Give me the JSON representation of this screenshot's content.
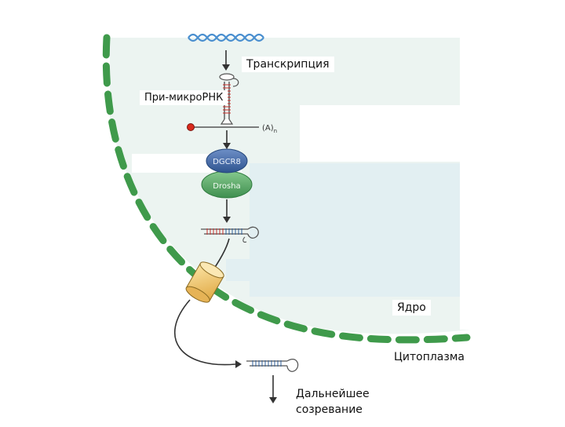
{
  "labels": {
    "transcription": "Транскрипция",
    "pri_mirna": "При-микроРНК",
    "poly_a": "(A)",
    "poly_a_sub": "n",
    "dgcr8": "DGCR8",
    "drosha": "Drosha",
    "nucleus": "Ядро",
    "cytoplasm": "Цитоплазма",
    "further_maturation_line1": "Дальнейшее",
    "further_maturation_line2": "созревание"
  },
  "colors": {
    "membrane": "#3f9a4b",
    "nucleus_fill": "#ecf4f1",
    "nucleus_fill_light": "#e2eff2",
    "dna": "#4a8fcf",
    "dgcr8": "#3d66a3",
    "drosha": "#5aaa67",
    "cap_red": "#d9291c",
    "hairpin_red": "#c9302c",
    "hairpin_blue": "#2f5f9a",
    "exportin": "#f1c76a",
    "arrow": "#333333"
  }
}
